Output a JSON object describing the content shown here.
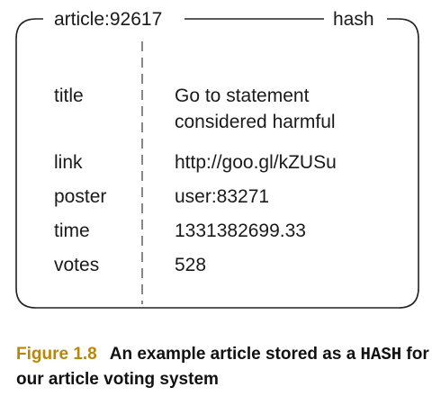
{
  "hash": {
    "key_name": "article:92617",
    "type_label": "hash",
    "fields": [
      {
        "key": "title",
        "value_lines": [
          "Go to statement",
          "considered harmful"
        ]
      },
      {
        "key": "link",
        "value_lines": [
          "http://goo.gl/kZUSu"
        ]
      },
      {
        "key": "poster",
        "value_lines": [
          "user:83271"
        ]
      },
      {
        "key": "time",
        "value_lines": [
          "1331382699.33"
        ]
      },
      {
        "key": "votes",
        "value_lines": [
          "528"
        ]
      }
    ]
  },
  "caption": {
    "figure_label": "Figure 1.8",
    "text_before": "An example article stored as a ",
    "code_word": "HASH",
    "text_after": " for our article voting system"
  }
}
